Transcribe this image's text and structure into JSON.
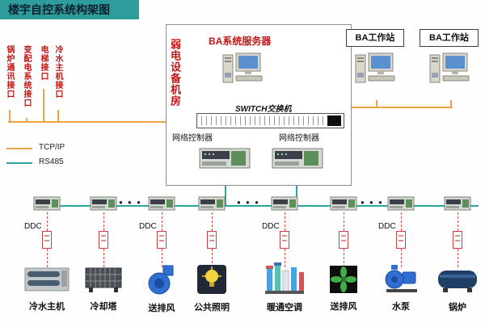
{
  "title": "楼宇自控系统构架图",
  "legend": [
    {
      "label": "TCP/IP",
      "color": "#f0a343"
    },
    {
      "label": "RS485",
      "color": "#2aa79e"
    }
  ],
  "interfaces": [
    {
      "label": "锅炉通讯接口"
    },
    {
      "label": "变配电系统接口"
    },
    {
      "label": "电梯接口"
    },
    {
      "label": "冷水主机接口"
    }
  ],
  "server_room": {
    "room_label": "弱电设备机房",
    "server_label": "BA系统服务器",
    "switch_label": "SWITCH交换机",
    "controllers": [
      {
        "label": "网络控制器"
      },
      {
        "label": "网络控制器"
      }
    ]
  },
  "workstations": [
    {
      "label": "BA工作站"
    },
    {
      "label": "BA工作站"
    }
  ],
  "bus": {
    "ddc_label": "DDC",
    "ellipsis": "● ● ●"
  },
  "equipment": [
    {
      "label": "冷水主机"
    },
    {
      "label": "冷却塔"
    },
    {
      "label": "送排风"
    },
    {
      "label": "公共照明"
    },
    {
      "label": "暖通空调"
    },
    {
      "label": "送排风"
    },
    {
      "label": "水泵"
    },
    {
      "label": "锅炉"
    }
  ]
}
